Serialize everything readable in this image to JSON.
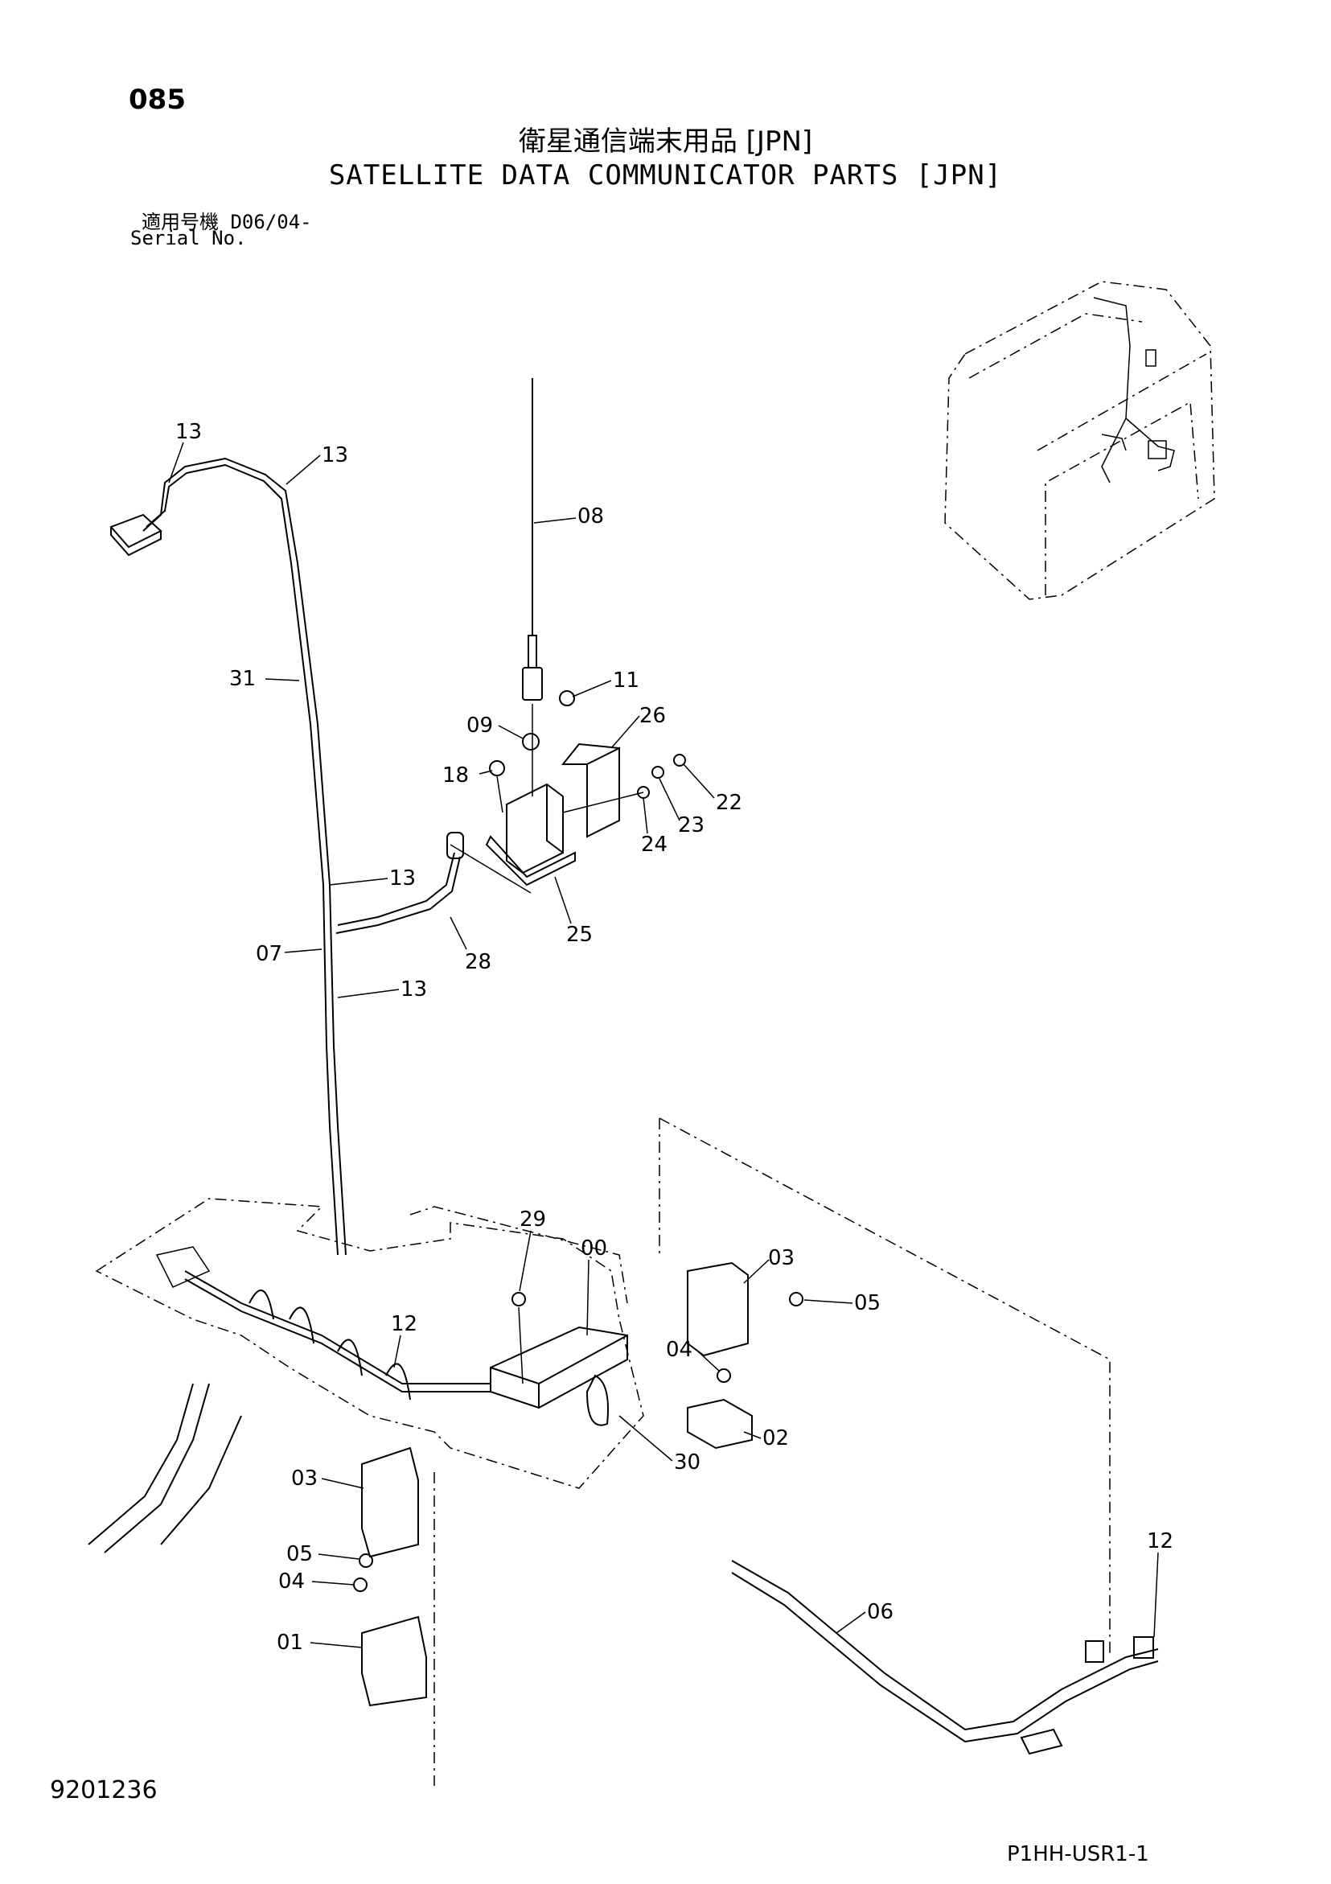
{
  "header": {
    "page_number": "085",
    "title_jp": "衛星通信端末用品 [JPN]",
    "title_en": "SATELLITE DATA COMMUNICATOR PARTS [JPN]",
    "serial_label_jp": "適用号機  D06/04-",
    "serial_label_en": "Serial No."
  },
  "footer": {
    "drawing_number": "9201236",
    "sheet_code": "P1HH-USR1-1"
  },
  "callouts": {
    "c13a": "13",
    "c13b": "13",
    "c08": "08",
    "c31": "31",
    "c11": "11",
    "c09": "09",
    "c26": "26",
    "c18": "18",
    "c22": "22",
    "c23": "23",
    "c24": "24",
    "c13c": "13",
    "c07": "07",
    "c28": "28",
    "c25": "25",
    "c13d": "13",
    "c29": "29",
    "c00": "00",
    "c03a": "03",
    "c05a": "05",
    "c12a": "12",
    "c04a": "04",
    "c02": "02",
    "c30": "30",
    "c03b": "03",
    "c05b": "05",
    "c04b": "04",
    "c01": "01",
    "c06": "06",
    "c12b": "12"
  }
}
